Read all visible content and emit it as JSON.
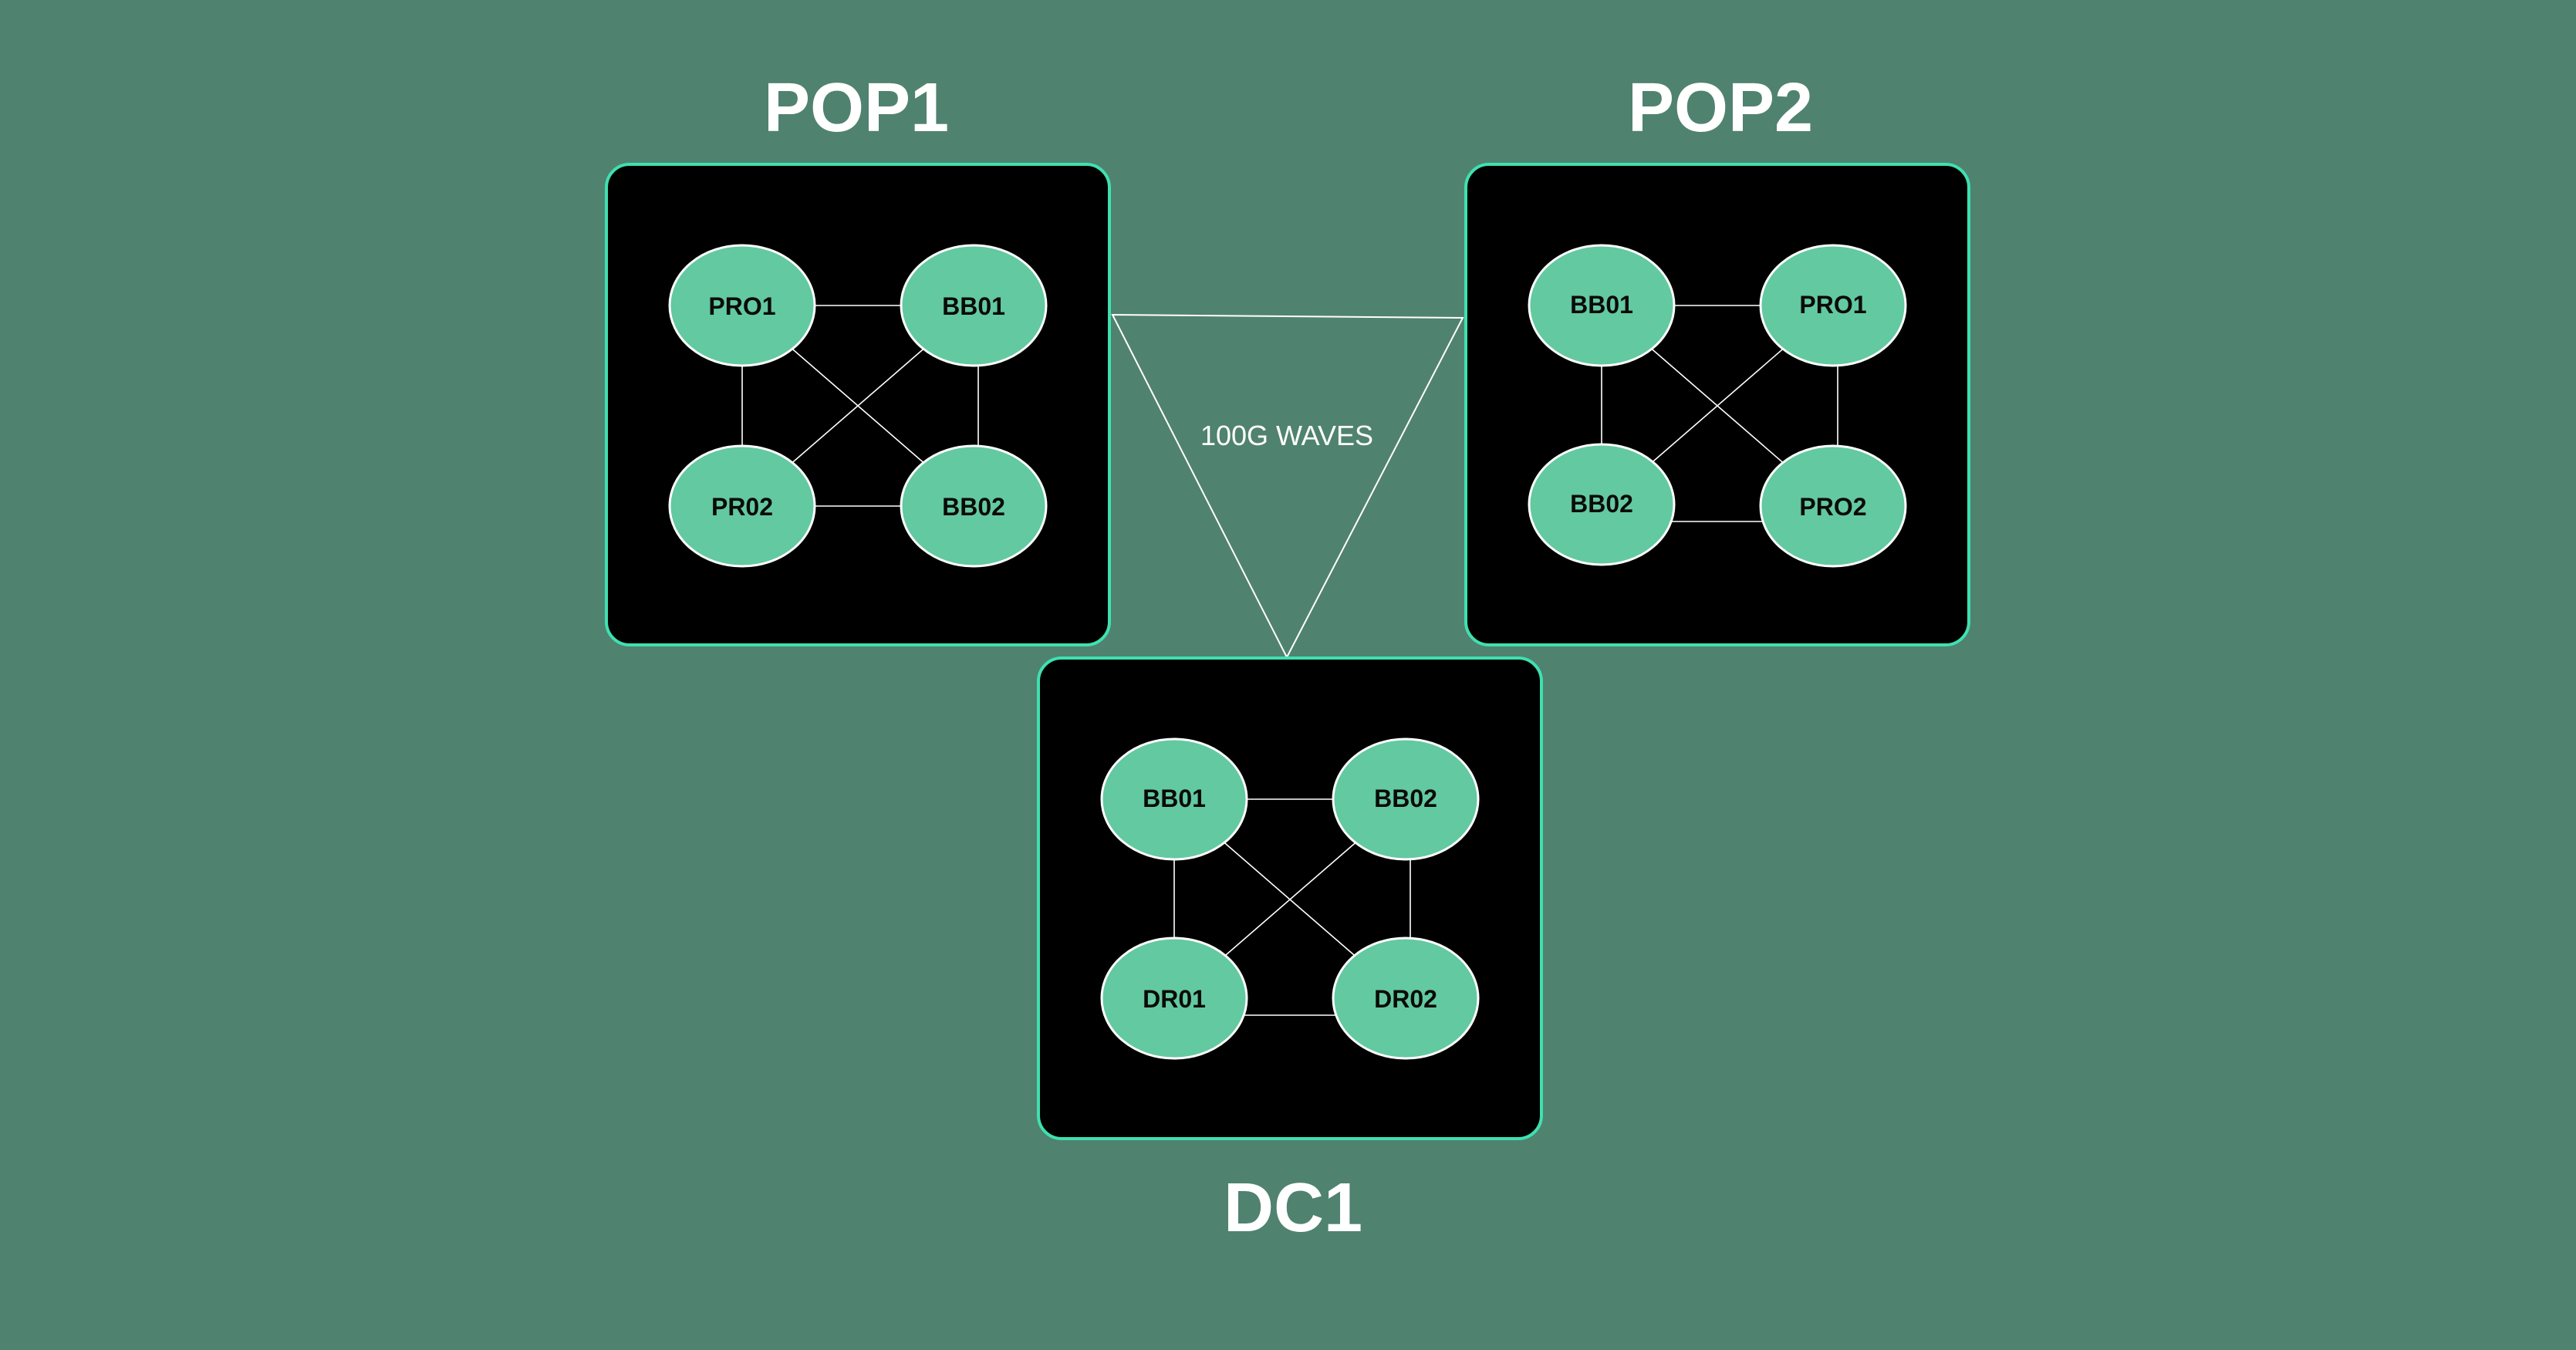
{
  "colors": {
    "background": "#508270",
    "site_fill": "#000000",
    "site_border": "#3fe0b0",
    "node_fill": "#63c9a0",
    "node_border": "#ffffff",
    "link": "#ffffff",
    "text_title": "#ffffff",
    "text_node": "#0b0b0b"
  },
  "wan_link": {
    "label": "100G WAVES"
  },
  "sites": [
    {
      "id": "pop1",
      "title": "POP1",
      "nodes": [
        "PRO1",
        "BB01",
        "PR02",
        "BB02"
      ]
    },
    {
      "id": "pop2",
      "title": "POP2",
      "nodes": [
        "BB01",
        "PRO1",
        "BB02",
        "PRO2"
      ]
    },
    {
      "id": "dc1",
      "title": "DC1",
      "nodes": [
        "BB01",
        "BB02",
        "DR01",
        "DR02"
      ]
    }
  ]
}
